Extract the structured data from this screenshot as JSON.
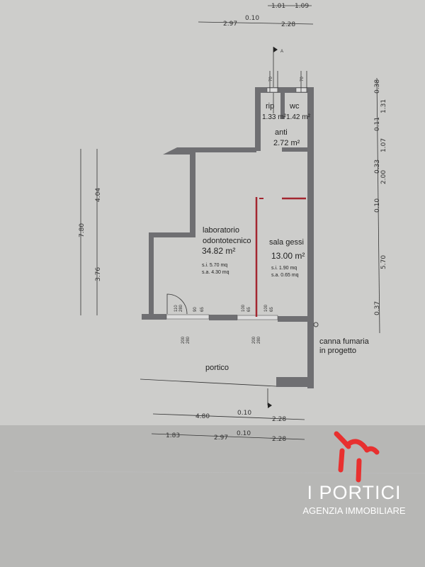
{
  "plan": {
    "rooms": {
      "rip": {
        "name": "rip",
        "area": "1.33 m²"
      },
      "wc": {
        "name": "wc",
        "area": "1.42 m²"
      },
      "anti": {
        "name": "anti",
        "area": "2.72 m²"
      },
      "lab": {
        "name1": "laboratorio",
        "name2": "odontotecnico",
        "area": "34.82 m²",
        "si": "s.i. 5.70 mq",
        "sa": "s.a. 4.30 mq"
      },
      "sala": {
        "name": "sala gessi",
        "area": "13.00 m²",
        "si": "s.i. 1.90 mq",
        "sa": "s.a. 0.65 mq"
      },
      "portico": {
        "name": "portico"
      }
    },
    "note": {
      "line1": "canna fumaria",
      "line2": "in progetto"
    },
    "section_marker": "A",
    "dims_top": {
      "a": "1.01",
      "b": "1.09",
      "c": "2.97",
      "d": "0.10",
      "e": "2.28"
    },
    "dims_bottom1": {
      "a": "4.80",
      "b": "0.10",
      "c": "2.28"
    },
    "dims_bottom2": {
      "a": "1.83",
      "b": "2.97",
      "c": "0.10",
      "d": "2.28"
    },
    "dims_left": {
      "total": "7.80",
      "upper": "4.04",
      "lower": "3.76"
    },
    "dims_right": [
      "0.38",
      "0.11",
      "1.31",
      "1.07",
      "0.33",
      "2.00",
      "0.10",
      "5.70",
      "0.37"
    ],
    "openings": {
      "d1": "110",
      "d2": "280",
      "d3": "90",
      "d4": "65",
      "d5": "100",
      "d6": "65",
      "d7": "100",
      "d8": "65",
      "s1": "200",
      "s2": "280",
      "s3": "200",
      "s4": "280",
      "w1": "70",
      "w2": "70"
    }
  },
  "brand": {
    "name": "I PORTICI",
    "subtitle": "AGENZIA IMMOBILIARE",
    "color": "#e8302f"
  }
}
